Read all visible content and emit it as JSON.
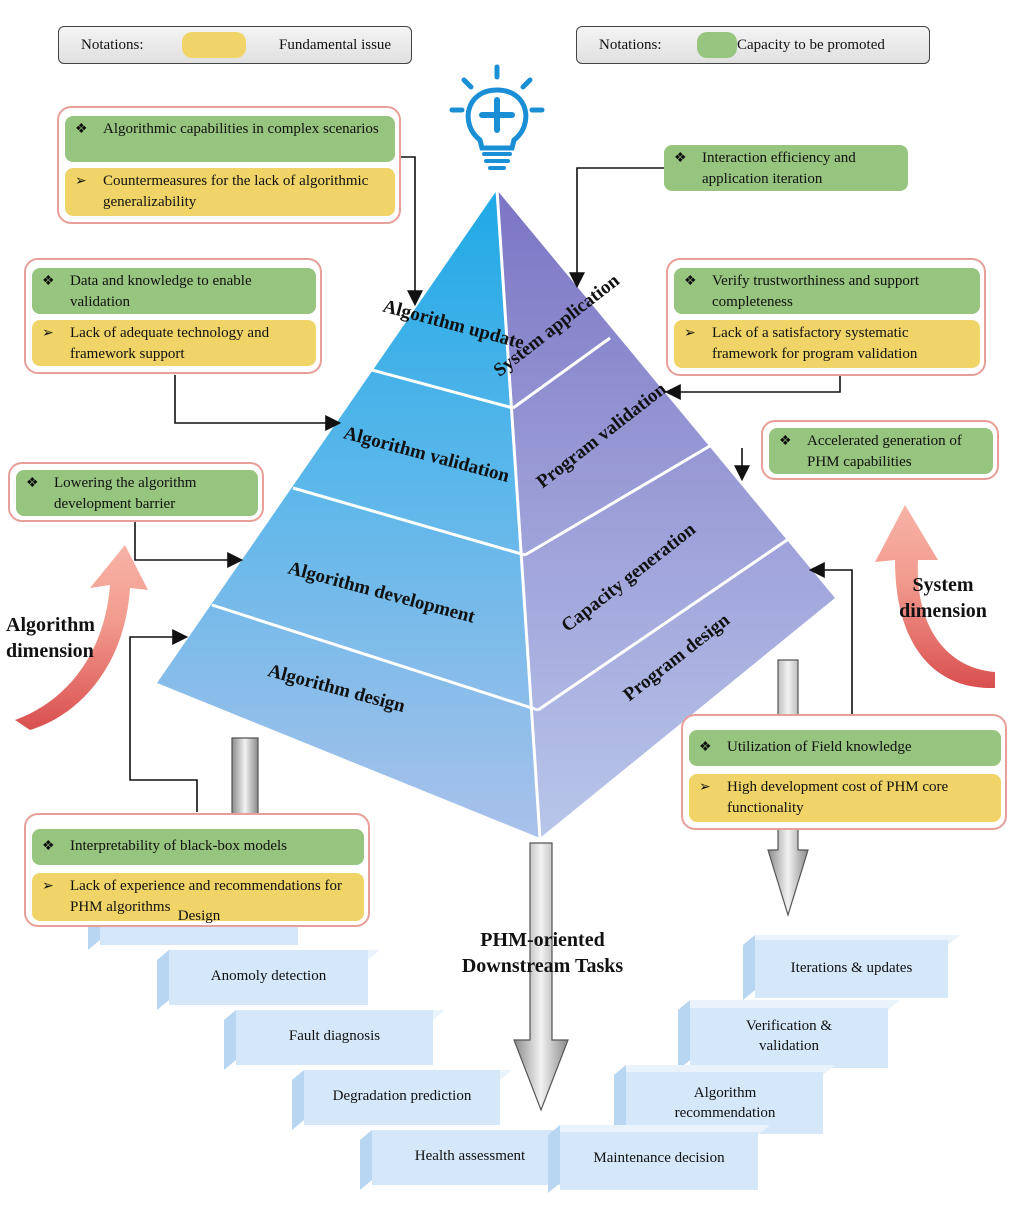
{
  "notations": [
    {
      "label": "Notations:",
      "desc": "Fundamental issue",
      "color": "#f1d468"
    },
    {
      "label": "Notations:",
      "desc": "Capacity to be promoted",
      "color": "#97c47e"
    }
  ],
  "colors": {
    "green": "#97c47e",
    "yellow": "#f1d468",
    "panel_border": "#e89f99",
    "pyramid_left_top": "#1fa9e6",
    "pyramid_right_top": "#7b75c4",
    "task_box": "#d4e8fa"
  },
  "icons": {
    "lightbulb": "lightbulb-plus-icon",
    "green_bullet": "❖",
    "yellow_bullet": "➢"
  },
  "pyramid": {
    "left": [
      "Algorithm update",
      "Algorithm validation",
      "Algorithm development",
      "Algorithm design"
    ],
    "right": [
      "System application",
      "Program validation",
      "Capacity generation",
      "Program design"
    ]
  },
  "panels": {
    "top_left": {
      "green": "Algorithmic capabilities in complex scenarios",
      "yellow": "Countermeasures for the lack of algorithmic generalizability"
    },
    "mid_left": {
      "green": "Data and knowledge to enable validation",
      "yellow": "Lack of adequate technology and framework support"
    },
    "low_left": {
      "green": "Lowering the algorithm development barrier"
    },
    "bottom_left": {
      "green": "Interpretability of black-box models",
      "yellow": "Lack of experience and recommendations for PHM algorithms"
    },
    "top_right": {
      "green": "Interaction efficiency and application iteration"
    },
    "mid_right": {
      "green": "Verify trustworthiness and support completeness",
      "yellow": "Lack of a satisfactory systematic framework for program validation"
    },
    "low_right": {
      "green": "Accelerated generation of PHM capabilities"
    },
    "bottom_right": {
      "green": "Utilization of Field knowledge",
      "yellow": "High development cost of PHM core functionality"
    }
  },
  "dimensions": {
    "algorithm": "Algorithm dimension",
    "system": "System dimension"
  },
  "downstream_title": "PHM-oriented Downstream Tasks",
  "left_tasks": [
    "Design",
    "Anomoly detection",
    "Fault diagnosis",
    "Degradation prediction",
    "Health assessment"
  ],
  "right_tasks": [
    "Iterations & updates",
    "Verification & validation",
    "Algorithm recommendation",
    "Maintenance decision"
  ]
}
